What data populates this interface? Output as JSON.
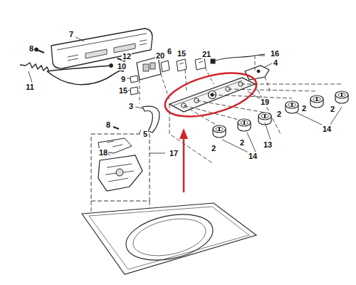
{
  "diagram": {
    "labels": [
      "7",
      "8",
      "11",
      "12",
      "10",
      "6",
      "20",
      "15",
      "21",
      "16",
      "4",
      "9",
      "15",
      "3",
      "8",
      "5",
      "18",
      "17",
      "19",
      "2",
      "2",
      "2",
      "14",
      "13",
      "2",
      "2",
      "14"
    ]
  }
}
